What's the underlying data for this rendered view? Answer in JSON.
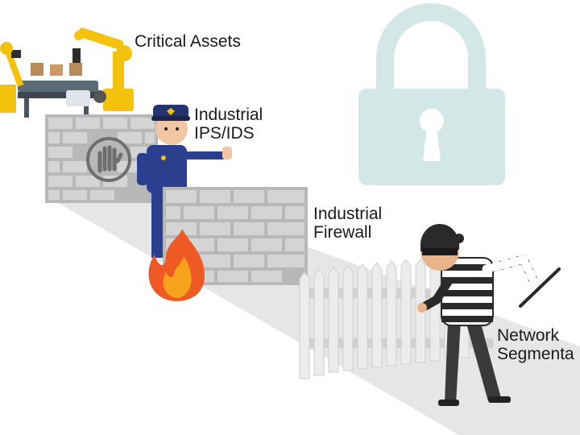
{
  "labels": {
    "critical_assets": "Critical Assets",
    "ips_ids": [
      "Industrial",
      "IPS/IDS"
    ],
    "firewall": [
      "Industrial",
      "Firewall"
    ],
    "segmentation": [
      "Network",
      "Segmenta"
    ]
  },
  "colors": {
    "lock": "#d3e8e6",
    "wall": "#c9c9c9",
    "path": "#e6e6e6",
    "robot": "#f4c20d",
    "police": "#2b3f8f",
    "fire": "#ef5a24"
  }
}
